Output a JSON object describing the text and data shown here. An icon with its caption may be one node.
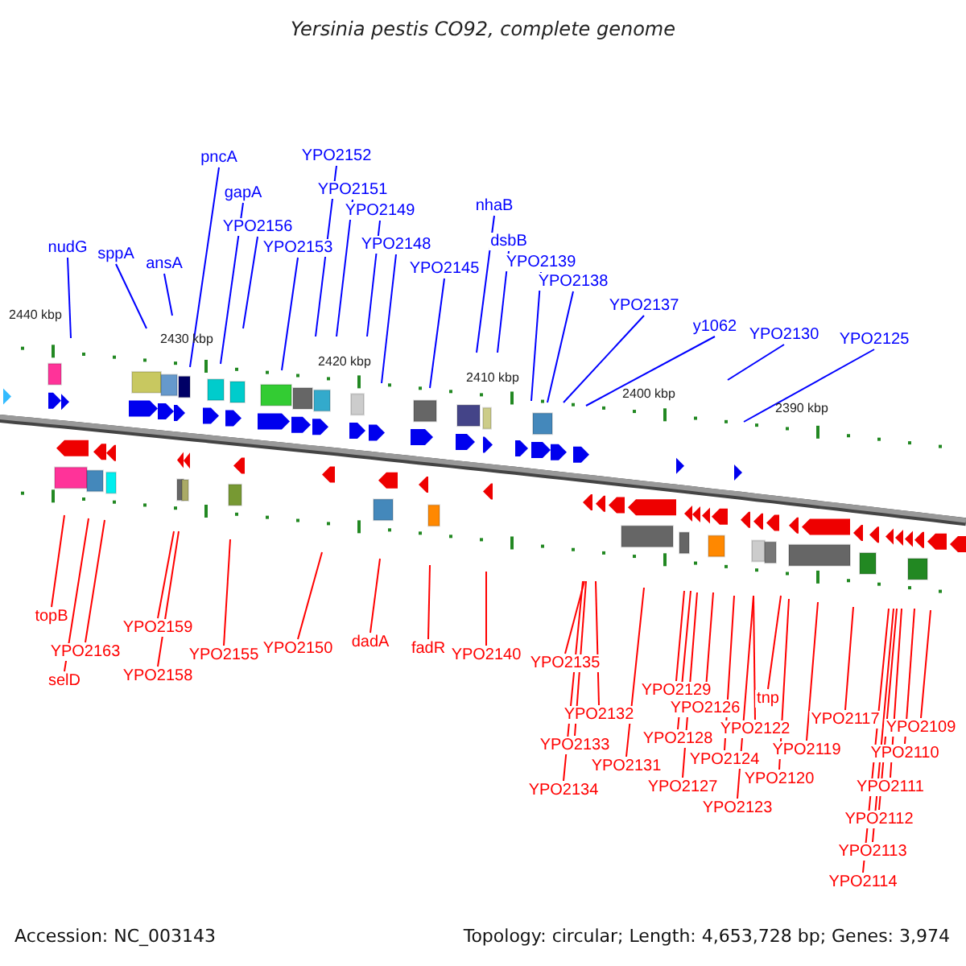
{
  "diagram": {
    "title": "Yersinia pestis CO92, complete genome",
    "nodes": [
      {
        "text": [
          "nudG"
        ]
      },
      {
        "text": [
          "sppA"
        ]
      },
      {
        "text": [
          "ansA"
        ]
      },
      {
        "text": [
          "pncA"
        ]
      },
      {
        "text": [
          "gapA"
        ]
      },
      {
        "text": [
          "YPO2156"
        ]
      },
      {
        "text": [
          "YPO2153"
        ]
      },
      {
        "text": [
          "YPO2152"
        ]
      },
      {
        "text": [
          "YPO2151"
        ]
      },
      {
        "text": [
          "YPO2149"
        ]
      },
      {
        "text": [
          "YPO2148"
        ]
      },
      {
        "text": [
          "YPO2145"
        ]
      },
      {
        "text": [
          "nhaB"
        ]
      },
      {
        "text": [
          "dsbB"
        ]
      },
      {
        "text": [
          "YPO2139"
        ]
      },
      {
        "text": [
          "YPO2138"
        ]
      },
      {
        "text": [
          "YPO2137"
        ]
      },
      {
        "text": [
          "y1062"
        ]
      },
      {
        "text": [
          "YPO2130"
        ]
      },
      {
        "text": [
          "YPO2125"
        ]
      },
      {
        "text": [
          "topB"
        ]
      },
      {
        "text": [
          "YPO2163"
        ]
      },
      {
        "text": [
          "selD"
        ]
      },
      {
        "text": [
          "YPO2159"
        ]
      },
      {
        "text": [
          "YPO2158"
        ]
      },
      {
        "text": [
          "YPO2155"
        ]
      },
      {
        "text": [
          "YPO2150"
        ]
      },
      {
        "text": [
          "dadA"
        ]
      },
      {
        "text": [
          "fadR"
        ]
      },
      {
        "text": [
          "YPO2140"
        ]
      },
      {
        "text": [
          "YPO2135"
        ]
      },
      {
        "text": [
          "YPO2132"
        ]
      },
      {
        "text": [
          "YPO2133"
        ]
      },
      {
        "text": [
          "YPO2134"
        ]
      },
      {
        "text": [
          "YPO2131"
        ]
      },
      {
        "text": [
          "YPO2129"
        ]
      },
      {
        "text": [
          "YPO2126"
        ]
      },
      {
        "text": [
          "YPO2128"
        ]
      },
      {
        "text": [
          "YPO2127"
        ]
      },
      {
        "text": [
          "YPO2124"
        ]
      },
      {
        "text": [
          "YPO2122"
        ]
      },
      {
        "text": [
          "YPO2123"
        ]
      },
      {
        "text": [
          "tnp"
        ]
      },
      {
        "text": [
          "YPO2120"
        ]
      },
      {
        "text": [
          "YPO2119"
        ]
      },
      {
        "text": [
          "YPO2117"
        ]
      },
      {
        "text": [
          "YPO2109"
        ]
      },
      {
        "text": [
          "YPO2110"
        ]
      },
      {
        "text": [
          "YPO2111"
        ]
      },
      {
        "text": [
          "YPO2112"
        ]
      },
      {
        "text": [
          "YPO2113"
        ]
      },
      {
        "text": [
          "YPO2114"
        ]
      }
    ],
    "edges": [
      {
        "from": 0,
        "to": null,
        "arrow": "none",
        "color": "#0000ff"
      },
      {
        "from": 1,
        "to": null,
        "arrow": "none",
        "color": "#0000ff"
      },
      {
        "from": 2,
        "to": null,
        "arrow": "none",
        "color": "#0000ff"
      },
      {
        "from": 3,
        "to": null,
        "arrow": "none",
        "color": "#0000ff"
      },
      {
        "from": 4,
        "to": null,
        "arrow": "none",
        "color": "#0000ff"
      },
      {
        "from": 5,
        "to": null,
        "arrow": "none",
        "color": "#0000ff"
      },
      {
        "from": 6,
        "to": null,
        "arrow": "none",
        "color": "#0000ff"
      },
      {
        "from": 7,
        "to": null,
        "arrow": "none",
        "color": "#0000ff"
      },
      {
        "from": 8,
        "to": null,
        "arrow": "none",
        "color": "#0000ff"
      },
      {
        "from": 9,
        "to": null,
        "arrow": "none",
        "color": "#0000ff"
      },
      {
        "from": 10,
        "to": null,
        "arrow": "none",
        "color": "#0000ff"
      },
      {
        "from": 11,
        "to": null,
        "arrow": "none",
        "color": "#0000ff"
      },
      {
        "from": 12,
        "to": null,
        "arrow": "none",
        "color": "#0000ff"
      },
      {
        "from": 13,
        "to": null,
        "arrow": "none",
        "color": "#0000ff"
      },
      {
        "from": 14,
        "to": null,
        "arrow": "none",
        "color": "#0000ff"
      },
      {
        "from": 15,
        "to": null,
        "arrow": "none",
        "color": "#0000ff"
      },
      {
        "from": 16,
        "to": null,
        "arrow": "none",
        "color": "#0000ff"
      },
      {
        "from": 17,
        "to": null,
        "arrow": "none",
        "color": "#0000ff"
      },
      {
        "from": 18,
        "to": null,
        "arrow": "none",
        "color": "#0000ff"
      },
      {
        "from": 19,
        "to": null,
        "arrow": "none",
        "color": "#0000ff"
      },
      {
        "from": 20,
        "to": null,
        "arrow": "none"
      },
      {
        "from": 21,
        "to": null,
        "arrow": "none"
      },
      {
        "from": 22,
        "to": null,
        "arrow": "none"
      },
      {
        "from": 23,
        "to": null,
        "arrow": "none"
      },
      {
        "from": 24,
        "to": null,
        "arrow": "none"
      },
      {
        "from": 25,
        "to": null,
        "arrow": "none"
      },
      {
        "from": 26,
        "to": null,
        "arrow": "none"
      },
      {
        "from": 27,
        "to": null,
        "arrow": "none"
      },
      {
        "from": 28,
        "to": null,
        "arrow": "none"
      },
      {
        "from": 29,
        "to": null,
        "arrow": "none"
      },
      {
        "from": 30,
        "to": null,
        "arrow": "none"
      },
      {
        "from": 31,
        "to": null,
        "arrow": "none"
      },
      {
        "from": 32,
        "to": null,
        "arrow": "none"
      },
      {
        "from": 33,
        "to": null,
        "arrow": "none"
      },
      {
        "from": 34,
        "to": null,
        "arrow": "none"
      },
      {
        "from": 35,
        "to": null,
        "arrow": "none"
      },
      {
        "from": 36,
        "to": null,
        "arrow": "none"
      },
      {
        "from": 37,
        "to": null,
        "arrow": "none"
      },
      {
        "from": 38,
        "to": null,
        "arrow": "none"
      },
      {
        "from": 39,
        "to": null,
        "arrow": "none"
      },
      {
        "from": 40,
        "to": null,
        "arrow": "none"
      },
      {
        "from": 41,
        "to": null,
        "arrow": "none"
      },
      {
        "from": 42,
        "to": null,
        "arrow": "none"
      },
      {
        "from": 43,
        "to": null,
        "arrow": "none"
      },
      {
        "from": 44,
        "to": null,
        "arrow": "none"
      },
      {
        "from": 45,
        "to": null,
        "arrow": "none"
      },
      {
        "from": 46,
        "to": null,
        "arrow": "none"
      },
      {
        "from": 47,
        "to": null,
        "arrow": "none"
      },
      {
        "from": 48,
        "to": null,
        "arrow": "none"
      },
      {
        "from": 49,
        "to": null,
        "arrow": "none"
      },
      {
        "from": 50,
        "to": null,
        "arrow": "none"
      },
      {
        "from": 51,
        "to": null,
        "arrow": "none"
      }
    ],
    "labels": [
      "2440 kbp",
      "2430 kbp",
      "2420 kbp",
      "2410 kbp",
      "2400 kbp",
      "2390 kbp",
      "Accession: NC_003143",
      "Topology: circular; Length: 4,653,728 bp; Genes: 3,974"
    ]
  }
}
